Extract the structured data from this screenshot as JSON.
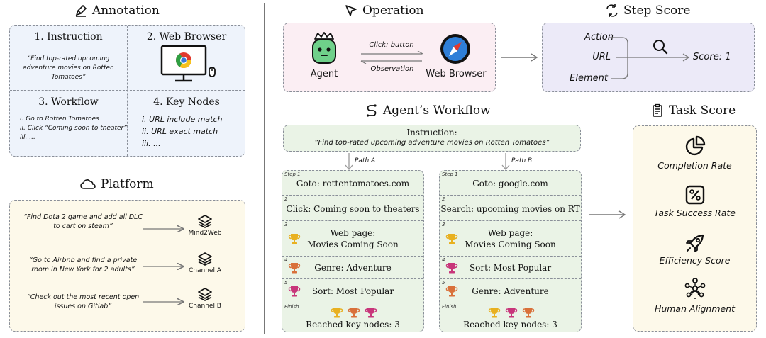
{
  "annotation": {
    "title": "Annotation",
    "cells": {
      "instruction": {
        "title": "1. Instruction",
        "text": "“Find top-rated upcoming adventure movies on Rotten Tomatoes”"
      },
      "web_browser": {
        "title": "2. Web Browser"
      },
      "workflow": {
        "title": "3. Workflow",
        "lines": [
          "i. Go to Rotten Tomatoes",
          "ii. Click  “Coming soon to theater”",
          "iii. ..."
        ]
      },
      "key_nodes": {
        "title": "4. Key Nodes",
        "lines": [
          "i. URL include match",
          "ii. URL exact match",
          "iii. ..."
        ]
      }
    }
  },
  "platform": {
    "title": "Platform",
    "rows": [
      {
        "text": "“Find Dota 2 game and add all DLC to cart on steam”",
        "label": "Mind2Web"
      },
      {
        "text": "“Go to Airbnb and find a private room in New York for 2 adults”",
        "label": "Channel A"
      },
      {
        "text": "“Check out the most recent open issues on Gitlab”",
        "label": "Channel B"
      }
    ]
  },
  "operation": {
    "title": "Operation",
    "agent_label": "Agent",
    "browser_label": "Web Browser",
    "click_label": "Click: button",
    "observation_label": "Observation"
  },
  "step_score": {
    "title": "Step Score",
    "inputs": [
      "Action",
      "URL",
      "Element"
    ],
    "result": "Score: 1"
  },
  "workflow": {
    "title": "Agent’s Workflow",
    "instruction_label": "Instruction:",
    "instruction_text": "“Find top-rated upcoming adventure movies on Rotten Tomatoes”",
    "path_a": {
      "label": "Path A",
      "steps": [
        {
          "num": "Step 1",
          "text": "Goto: rottentomatoes.com"
        },
        {
          "num": "2",
          "text": "Click: Coming soon to theaters"
        },
        {
          "num": "3",
          "text": "Web page:\nMovies Coming Soon",
          "trophy": "gold"
        },
        {
          "num": "4",
          "text": "Genre: Adventure",
          "trophy": "bronze"
        },
        {
          "num": "5",
          "text": "Sort: Most Popular",
          "trophy": "pink"
        },
        {
          "num": "Finish",
          "text": "Reached key nodes: 3",
          "trophies": [
            "gold",
            "bronze",
            "pink"
          ]
        }
      ]
    },
    "path_b": {
      "label": "Path B",
      "steps": [
        {
          "num": "Step 1",
          "text": "Goto: google.com"
        },
        {
          "num": "2",
          "text": "Search: upcoming movies on RT"
        },
        {
          "num": "3",
          "text": "Web page:\nMovies Coming Soon",
          "trophy": "gold"
        },
        {
          "num": "4",
          "text": "Sort: Most Popular",
          "trophy": "pink"
        },
        {
          "num": "5",
          "text": "Genre: Adventure",
          "trophy": "bronze"
        },
        {
          "num": "Finish",
          "text": "Reached key nodes: 3",
          "trophies": [
            "gold",
            "pink",
            "bronze"
          ]
        }
      ]
    }
  },
  "task_score": {
    "title": "Task Score",
    "items": [
      {
        "label": "Completion Rate",
        "icon": "pie-chart-icon"
      },
      {
        "label": "Task Success Rate",
        "icon": "percent-icon"
      },
      {
        "label": "Efficiency Score",
        "icon": "rocket-icon"
      },
      {
        "label": "Human Alignment",
        "icon": "people-network-icon"
      }
    ]
  },
  "colors": {
    "annotation_bg": "#eef3fb",
    "platform_bg": "#fdf9ea",
    "operation_bg": "#fbeef3",
    "step_score_bg": "#eceaf8",
    "workflow_bg": "#eaf3e6",
    "task_score_bg": "#fdf9ea",
    "agent_green": "#6fd08a",
    "gold": "#e8b020",
    "bronze": "#d9703a",
    "pink": "#c8357a"
  }
}
